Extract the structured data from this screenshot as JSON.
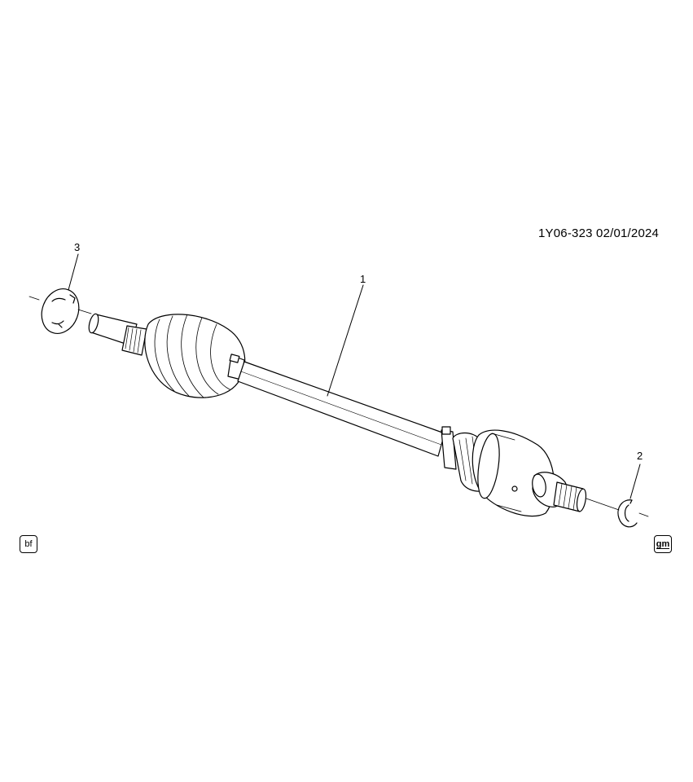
{
  "header": {
    "doc_id": "1Y06-323  02/01/2024"
  },
  "callouts": [
    {
      "id": "callout-1",
      "label": "1"
    },
    {
      "id": "callout-2",
      "label": "2"
    },
    {
      "id": "callout-3",
      "label": "3"
    }
  ],
  "badges": {
    "left": "bf",
    "right": "gm"
  },
  "icons": {
    "left_badge": "bf-badge-icon",
    "right_badge": "gm-logo-icon"
  }
}
